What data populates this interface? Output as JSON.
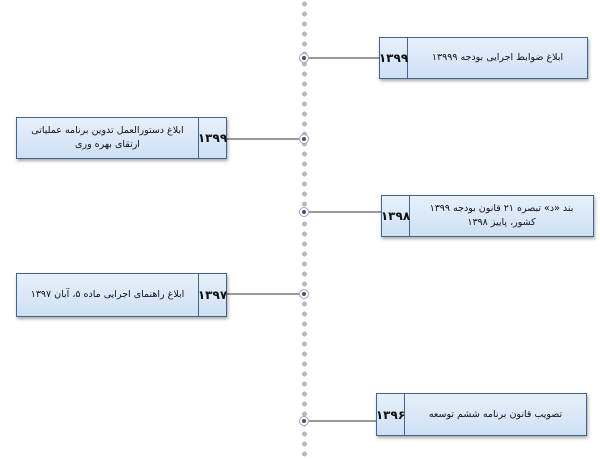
{
  "timeline": {
    "events": [
      {
        "year": "۱۳۹۹",
        "label": "ابلاغ ضوابط اجرایی بودجه ۱۳۹۹۹"
      },
      {
        "year": "۱۳۹۹",
        "label": "ابلاغ دستورالعمل تدوین برنامه عملیاتی ارتقای بهره وری"
      },
      {
        "year": "۱۳۹۸",
        "label": "بند «د» تبصره ۲۱ قانون بودجه ۱۳۹۹ کشور، پاییز ۱۳۹۸"
      },
      {
        "year": "۱۳۹۷",
        "label": "ابلاغ راهنمای اجرایی ماده ۵، آبان ۱۳۹۷"
      },
      {
        "year": "۱۳۹۶",
        "label": "تصویب قانون برنامه ششم توسعه"
      }
    ]
  }
}
